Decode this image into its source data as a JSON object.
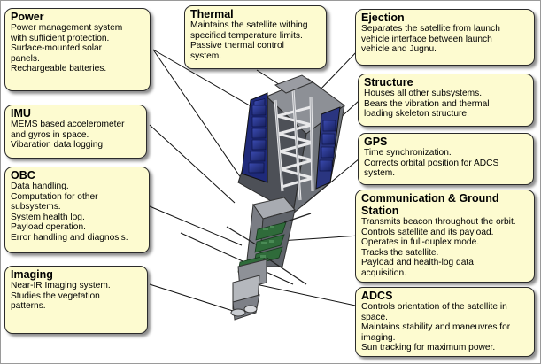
{
  "callouts": {
    "power": {
      "title": "Power",
      "body": "Power management system\nwith sufficient protection.\nSurface-mounted solar\npanels.\nRechargeable batteries."
    },
    "thermal": {
      "title": "Thermal",
      "body": "Maintains the satellite withing\nspecified temperature limits.\nPassive thermal control\nsystem."
    },
    "ejection": {
      "title": "Ejection",
      "body": "Separates the satellite from launch\nvehicle interface between launch\nvehicle and Jugnu."
    },
    "structure": {
      "title": "Structure",
      "body": "Houses all other subsystems.\nBears the vibration and thermal\nloading skeleton structure."
    },
    "imu": {
      "title": "IMU",
      "body": "MEMS based accelerometer\nand gyros in space.\nVibaration data logging"
    },
    "gps": {
      "title": "GPS",
      "body": "Time synchronization.\nCorrects orbital position for ADCS\nsystem."
    },
    "obc": {
      "title": "OBC",
      "body": "Data handling.\nComputation for other\nsubsystems.\nSystem health log.\nPayload operation.\nError handling and diagnosis."
    },
    "comm": {
      "title": "Communication & Ground\nStation",
      "body": "Transmits beacon throughout the orbit.\nControls satellite and its payload.\nOperates in full-duplex mode.\nTracks the satellite.\nPayload and health-log data\nacquisition."
    },
    "imaging": {
      "title": "Imaging",
      "body": "Near-IR Imaging system.\nStudies the vegetation\npatterns."
    },
    "adcs": {
      "title": "ADCS",
      "body": "Controls orientation of the satellite in\nspace.\nMaintains stability and maneuvres for\nimaging.\nSun tracking for maximum power."
    }
  }
}
